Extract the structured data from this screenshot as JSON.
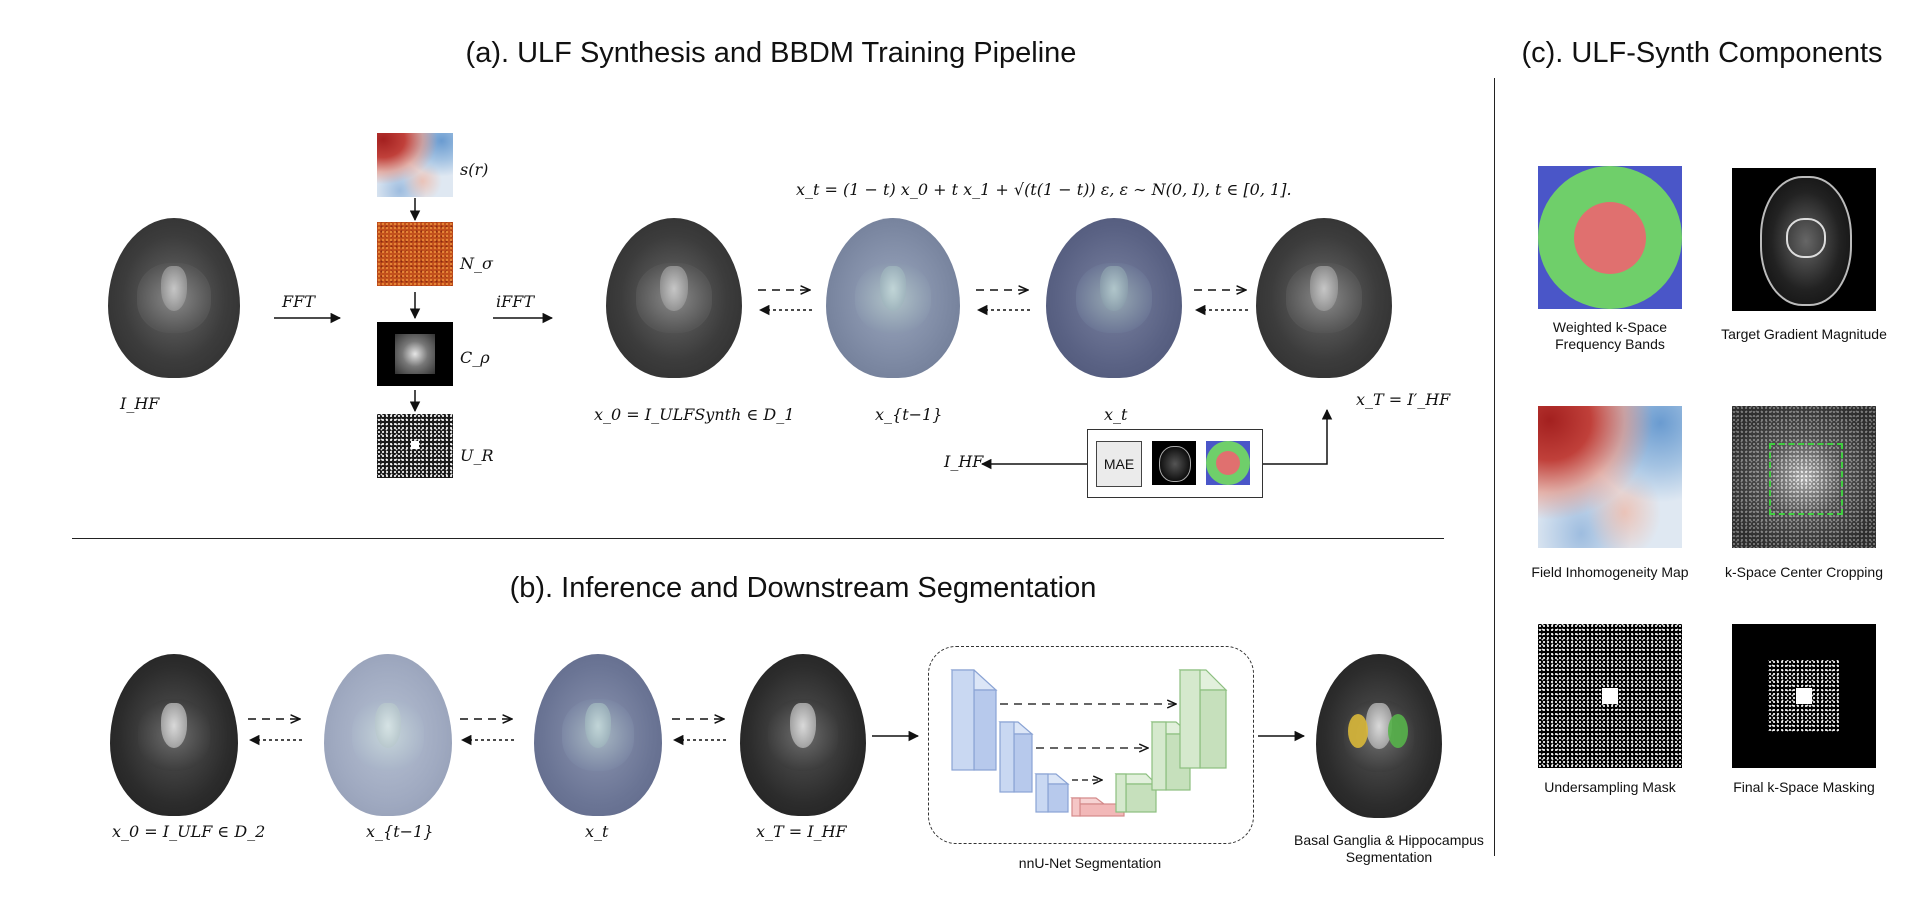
{
  "panels": {
    "a_title": "(a). ULF Synthesis and BBDM Training Pipeline",
    "b_title": "(b). Inference and Downstream Segmentation",
    "c_title": "(c). ULF-Synth Components"
  },
  "panel_a": {
    "ihf_label": "I_HF",
    "fft_label": "FFT",
    "ifft_label": "iFFT",
    "stack_labels": {
      "s": "s(r)",
      "n": "N_σ",
      "c": "C_ρ",
      "u": "U_R"
    },
    "equation": "x_t = (1 − t) x_0 + t x_1 + √(t(1 − t)) ε,    ε ∼ N(0, I),    t ∈ [0, 1].",
    "x0_label": "x_0 = I_ULFSynth ∈ D_1",
    "xt1_label": "x_{t−1}",
    "xt_label": "x_t",
    "xT_label": "x_T = I′_HF",
    "ihf_out_label": "I_HF",
    "mae_label": "MAE"
  },
  "panel_b": {
    "x0_label": "x_0 = I_ULF ∈ D_2",
    "xt1_label": "x_{t−1}",
    "xt_label": "x_t",
    "xT_label": "x_T = I_HF",
    "nnunet_label": "nnU-Net Segmentation",
    "seg_label_line1": "Basal Ganglia & Hippocampus",
    "seg_label_line2": "Segmentation"
  },
  "panel_c": {
    "items": [
      {
        "label_line1": "Weighted k-Space",
        "label_line2": "Frequency Bands"
      },
      {
        "label_line1": "Target Gradient Magnitude",
        "label_line2": ""
      },
      {
        "label_line1": "Field Inhomogeneity Map",
        "label_line2": ""
      },
      {
        "label_line1": "k-Space Center Cropping",
        "label_line2": ""
      },
      {
        "label_line1": "Undersampling Mask",
        "label_line2": ""
      },
      {
        "label_line1": "Final k-Space Masking",
        "label_line2": ""
      }
    ]
  },
  "colors": {
    "band_outer": "#4a56c8",
    "band_mid": "#6fcf6a",
    "band_inner": "#e0706f",
    "unet_blue": "#c9d8f2",
    "unet_green": "#cfe6c6",
    "unet_red": "#f2b8b8",
    "seg_yellow": "#d9b83a",
    "seg_green": "#57b24a",
    "crop_box": "#3fd13f"
  }
}
